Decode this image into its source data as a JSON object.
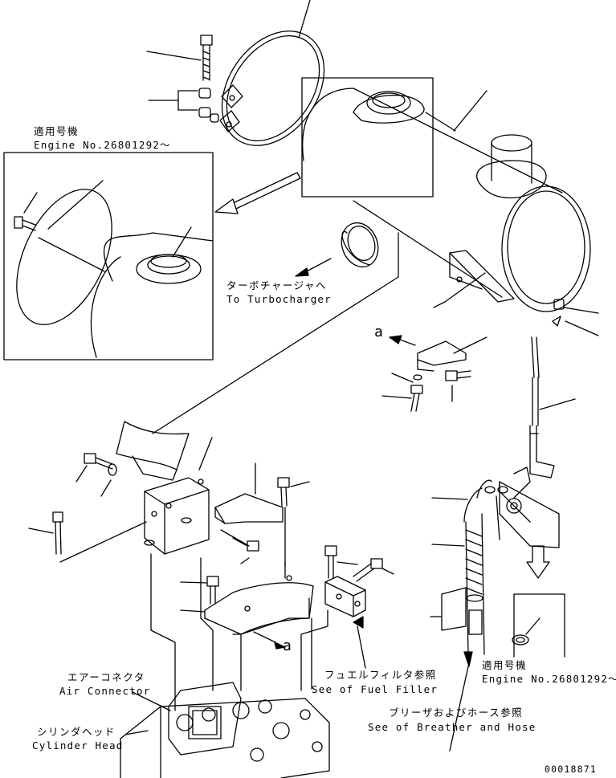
{
  "labels": {
    "applicable_top_jp": "適用号機",
    "applicable_top_en": "Engine No.26801292～",
    "turbo_jp": "ターボチャージャへ",
    "turbo_en": "To Turbocharger",
    "ref_a_upper": "a",
    "ref_a_lower": "a",
    "fuel_filler_jp": "フュエルフィルタ参照",
    "fuel_filler_en": "See of Fuel Filler",
    "air_connector_jp": "エアーコネクタ",
    "air_connector_en": "Air Connector",
    "cylinder_head_jp": "シリンダヘッド",
    "cylinder_head_en": "Cylinder Head",
    "applicable_bottom_jp": "適用号機",
    "applicable_bottom_en": "Engine No.26801292～",
    "breather_jp": "ブリーザおよびホース参照",
    "breather_en": "See of Breather and Hose",
    "drawing_number": "00018871"
  }
}
